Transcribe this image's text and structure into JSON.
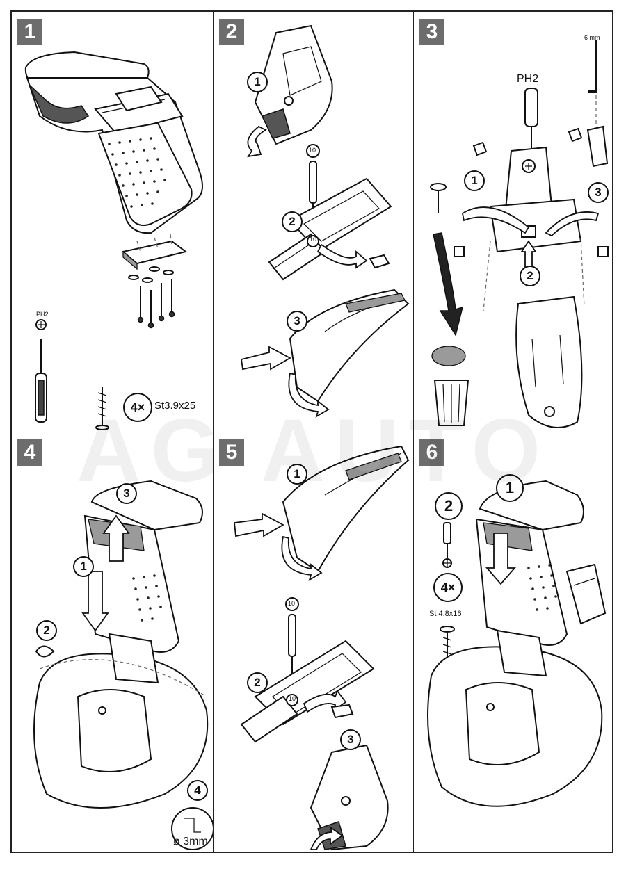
{
  "watermark": "AG AUTO",
  "steps": [
    {
      "number": "1",
      "tool_label": "PH2",
      "screw_count": "4×",
      "screw_spec": "St3.9x25"
    },
    {
      "number": "2",
      "callouts": [
        "1",
        "2"
      ],
      "wrench_size": "10",
      "socket_mark": "10"
    },
    {
      "number": "3",
      "callouts": [
        "1",
        "2",
        "3"
      ],
      "tool_label": "PH2",
      "hex_key_size": "6 mm"
    },
    {
      "number": "4",
      "callouts": [
        "1",
        "2",
        "3",
        "4"
      ],
      "drill_spec": "ø 3mm"
    },
    {
      "number": "5",
      "callouts": [
        "1",
        "2",
        "3"
      ],
      "wrench_size": "10",
      "socket_mark": "10"
    },
    {
      "number": "6",
      "callouts": [
        "1",
        "2"
      ],
      "screw_count": "4×",
      "screw_spec": "St 4,8x16"
    }
  ],
  "step2_extra_callout": "3"
}
